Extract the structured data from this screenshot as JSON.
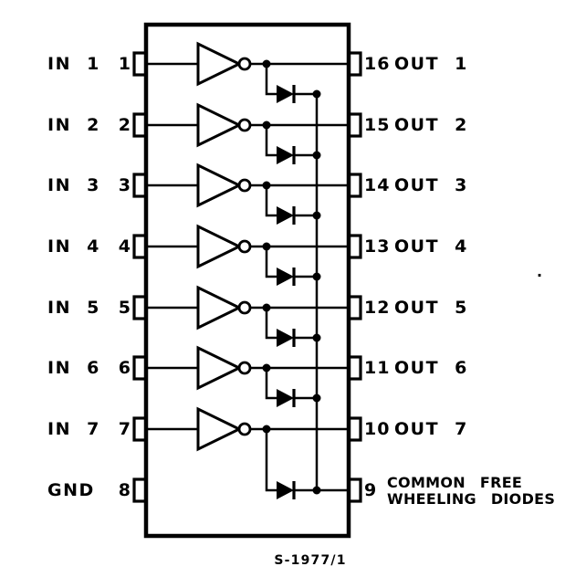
{
  "figure_label": "S-1977/1",
  "stray_mark": ".",
  "pins": {
    "left": [
      {
        "label": "IN 1",
        "number": "1"
      },
      {
        "label": "IN 2",
        "number": "2"
      },
      {
        "label": "IN 3",
        "number": "3"
      },
      {
        "label": "IN 4",
        "number": "4"
      },
      {
        "label": "IN 5",
        "number": "5"
      },
      {
        "label": "IN 6",
        "number": "6"
      },
      {
        "label": "IN 7",
        "number": "7"
      },
      {
        "label": "GND",
        "number": "8"
      }
    ],
    "right": [
      {
        "label": "OUT 1",
        "number": "16"
      },
      {
        "label": "OUT 2",
        "number": "15"
      },
      {
        "label": "OUT 3",
        "number": "14"
      },
      {
        "label": "OUT 4",
        "number": "13"
      },
      {
        "label": "OUT 5",
        "number": "12"
      },
      {
        "label": "OUT 6",
        "number": "11"
      },
      {
        "label": "OUT 7",
        "number": "10"
      },
      {
        "number": "9",
        "label_lines": [
          "COMMON FREE",
          "WHEELING DIODES"
        ]
      }
    ]
  },
  "components": {
    "inverter_gates": 7,
    "freewheel_diodes": 7
  },
  "colors": {
    "ink": "#000000",
    "background": "#ffffff"
  }
}
